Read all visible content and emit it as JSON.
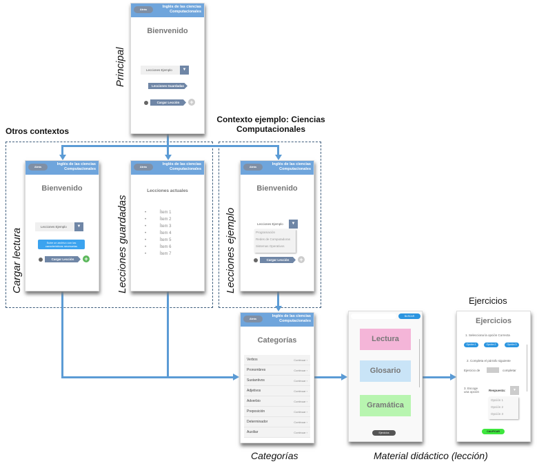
{
  "app_header": {
    "back": "Atrás",
    "title": "Inglés de las ciencias Computacionales"
  },
  "groups": {
    "otros": "Otros contextos",
    "ejemplo": "Contexto ejemplo: Ciencias Computacionales"
  },
  "labels": {
    "principal": "Principal",
    "cargar": "Cargar lectura",
    "guardadas": "Lecciones guardadas",
    "ejemplo": "Lecciones ejemplo",
    "categorias": "Categorías",
    "material": "Material didáctico (lección)",
    "ejercicios": "Ejercicios"
  },
  "home": {
    "welcome": "Bienvenido",
    "dropdown": "Lecciones Ejemplo",
    "saved": "Lecciones Guardadas",
    "load": "Cargar Lección",
    "tooltip": "Sube un archivo con las características necesarias",
    "dropdown_options": [
      "Programación",
      "Redes de Computadoras",
      "Sistemas Operativos"
    ]
  },
  "saved": {
    "title": "Lecciones actuales",
    "items": [
      "Ítem 1",
      "Ítem 2",
      "Ítem 3",
      "Ítem 4",
      "Ítem 5",
      "Ítem 6",
      "Ítem 7"
    ]
  },
  "categories": {
    "title": "Categorías",
    "continue": "Continuar",
    "items": [
      "Verbos",
      "Pronombres",
      "Sustantivos",
      "Adjetivos",
      "Adverbio",
      "Preposición",
      "Determinador",
      "Auxiliar"
    ]
  },
  "material": {
    "search_button": "BUSCAR",
    "blocks": [
      "Lectura",
      "Glosario",
      "Gramática"
    ],
    "exercises_button": "Ejercicios",
    "colors": [
      "#f4b5d8",
      "#c9e4f7",
      "#b8f5b0"
    ]
  },
  "exercises": {
    "title": "Ejercicios",
    "q1": "1. Selecciona la opción Correcta",
    "options": [
      "Opción 1",
      "Opción 2",
      "Opción 3"
    ],
    "q2": "2. Completa el párrafo siguiente",
    "q2_before": "Ejercicio de",
    "q2_after": "completar",
    "q3": "3. Escoge una opción",
    "answer": "Respuesta:",
    "dropdown_options": [
      "Opción 1",
      "Opción 2",
      "Opción 3"
    ],
    "grade": "CALIFICAR"
  },
  "colors": {
    "header": "#6fa5dc",
    "arrow": "#5b9bd5",
    "button": "#6f86a6"
  }
}
